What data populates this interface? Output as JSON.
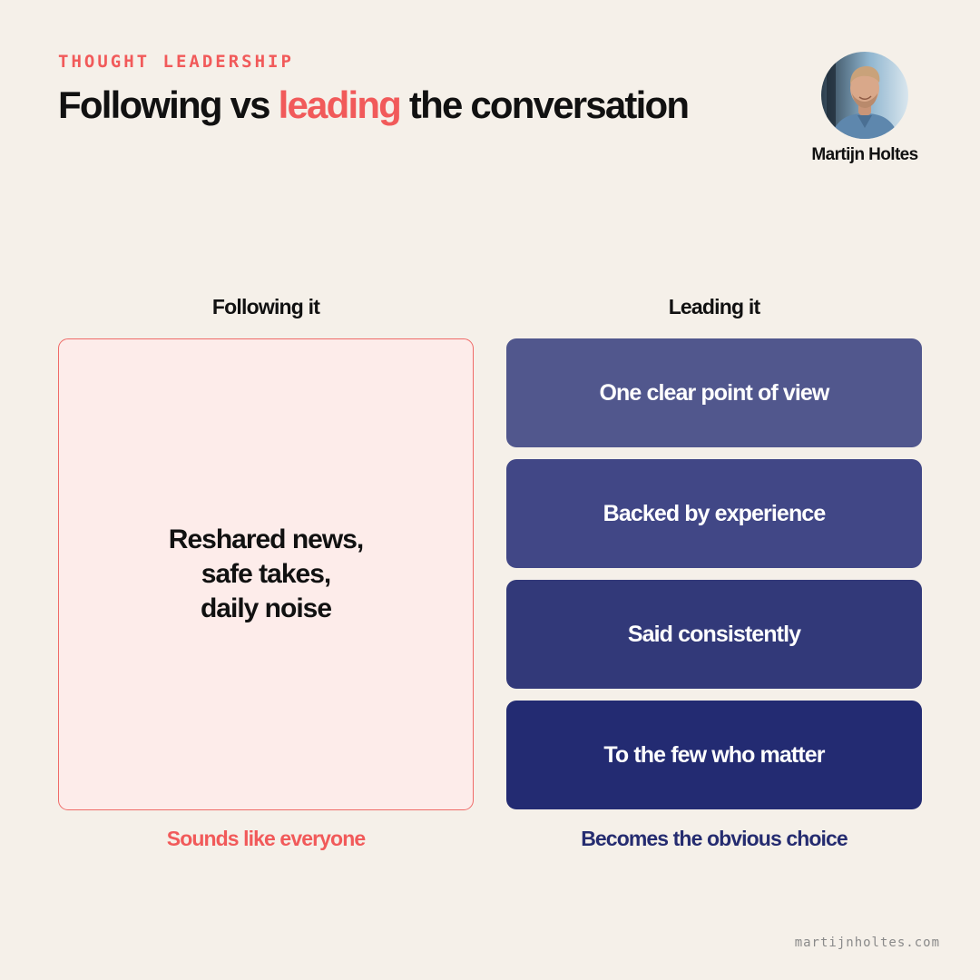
{
  "header": {
    "eyebrow": "THOUGHT LEADERSHIP",
    "title_part1": "Following vs ",
    "title_accent": "leading",
    "title_part2": " the conversation"
  },
  "author": {
    "name": "Martijn Holtes"
  },
  "columns": {
    "following": {
      "heading": "Following it",
      "lines": [
        "Reshared news,",
        "safe takes,",
        "daily noise"
      ],
      "footer": "Sounds like everyone"
    },
    "leading": {
      "heading": "Leading it",
      "cards": [
        "One clear point of view",
        "Backed by experience",
        "Said consistently",
        "To the few who matter"
      ],
      "footer": "Becomes the obvious choice"
    }
  },
  "footer": {
    "website": "martijnholtes.com"
  },
  "colors": {
    "background": "#f5f0e9",
    "accent_coral": "#f15a5a",
    "navy": "#232b72",
    "follow_box_bg": "#fdecea"
  }
}
